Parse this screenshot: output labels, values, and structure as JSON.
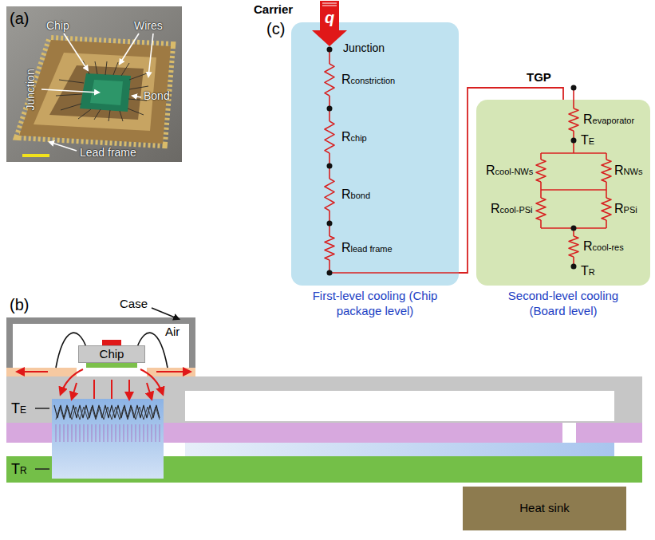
{
  "diagram": {
    "nodes": [
      {
        "text": [
          "First-level cooling (Chip package level)"
        ]
      },
      {
        "text": [
          "Second-level cooling (Board level)"
        ]
      },
      {
        "text": [
          "Chip"
        ]
      },
      {
        "text": [
          "Heat sink"
        ]
      }
    ],
    "edges": [
      {
        "from": 0,
        "to": 1,
        "arrow": "none"
      }
    ],
    "labels": [
      "(a)",
      "Chip",
      "Wires",
      "Junction",
      "Bond",
      "Lead frame",
      "(b)",
      "Case",
      "Air",
      "TE",
      "TR",
      "(c)",
      "Carrier",
      "q",
      "Junction",
      "Rconstriction",
      "Rchip",
      "Rbond",
      "Rlead frame",
      "TGP",
      "Revaporator",
      "TE",
      "Rcool-NWs",
      "RNWs",
      "Rcool-PSi",
      "RPSi",
      "Rcool-res",
      "TR"
    ]
  }
}
